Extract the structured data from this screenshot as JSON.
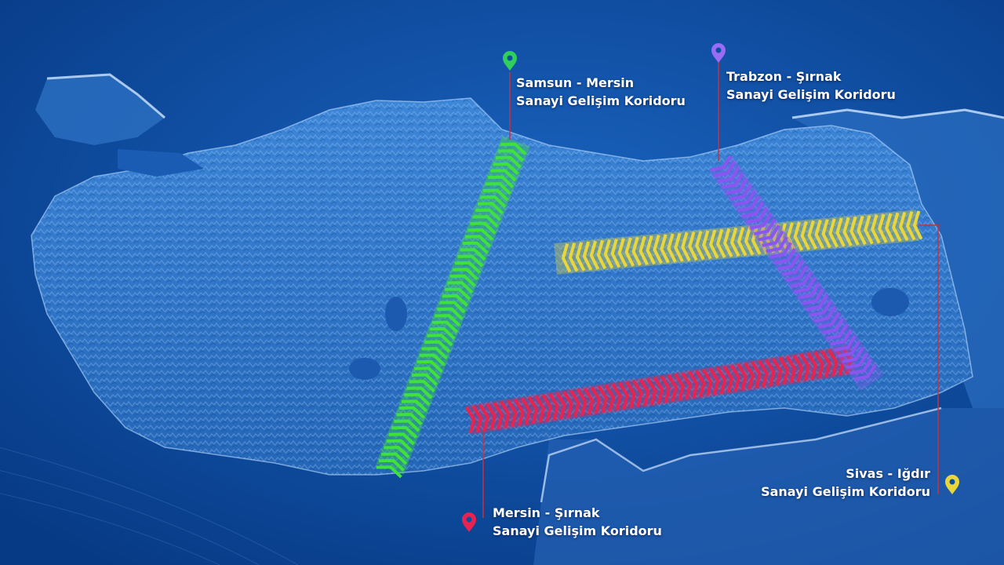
{
  "colors": {
    "background": "#0b4fa3",
    "land": "#2a72c8",
    "samsun_mersin": "#3ee23a",
    "trabzon_sirnak": "#8a55f0",
    "sivas_igdir": "#e8d63a",
    "mersin_sirnak": "#e8234f",
    "leader_line": "#c8303e"
  },
  "icons": {
    "pin": "map-pin-icon"
  },
  "corridors": [
    {
      "id": "samsun-mersin",
      "name": "Samsun - Mersin",
      "subtitle": "Sanayi Gelişim Koridoru",
      "color": "#3ee23a",
      "pin_color": "#2fcf5a"
    },
    {
      "id": "trabzon-sirnak",
      "name": "Trabzon - Şırnak",
      "subtitle": "Sanayi Gelişim Koridoru",
      "color": "#8a55f0",
      "pin_color": "#9a6cf5"
    },
    {
      "id": "sivas-igdir",
      "name": "Sivas - Iğdır",
      "subtitle": "Sanayi Gelişim Koridoru",
      "color": "#e8d63a",
      "pin_color": "#e8d63a"
    },
    {
      "id": "mersin-sirnak",
      "name": "Mersin - Şırnak",
      "subtitle": "Sanayi Gelişim Koridoru",
      "color": "#e8234f",
      "pin_color": "#e8234f"
    }
  ]
}
